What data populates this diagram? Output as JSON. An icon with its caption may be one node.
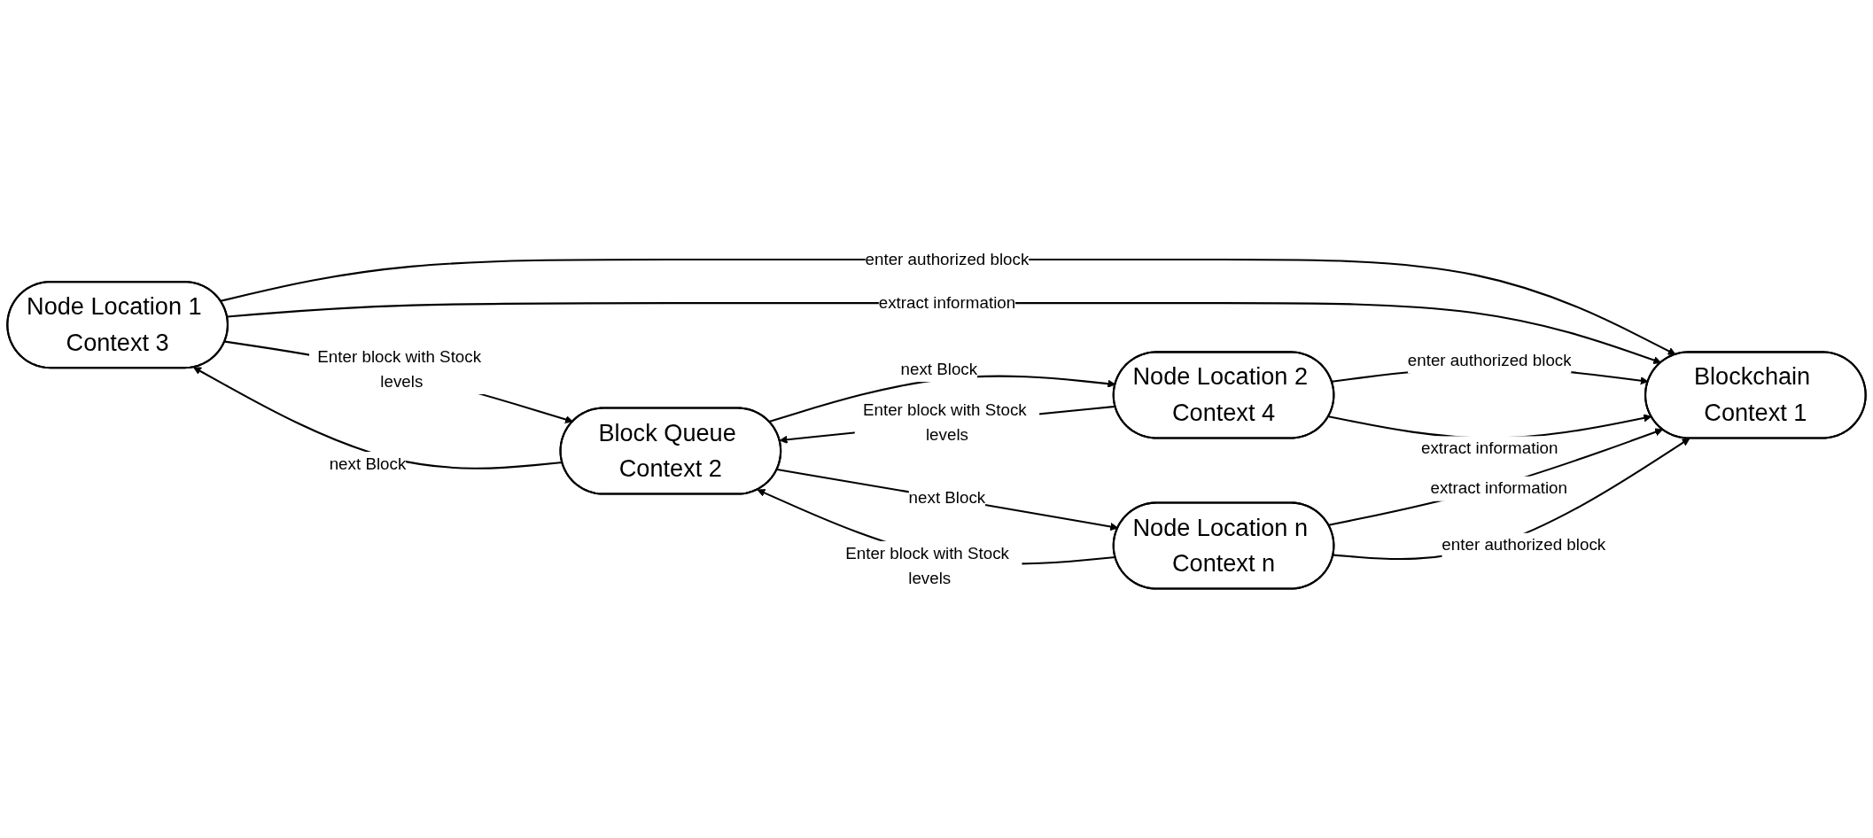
{
  "diagram": {
    "nodes": [
      {
        "text": [
          "Node Location 1 Context 3"
        ]
      },
      {
        "text": [
          "Blockchain Context 1"
        ]
      },
      {
        "text": [
          "Node Location 2 Context 4"
        ]
      },
      {
        "text": [
          "Block Queue Context 2"
        ]
      },
      {
        "text": [
          "Node Location n Context n"
        ]
      }
    ],
    "edges": [
      {
        "from": 0,
        "to": 1,
        "arrow": "to",
        "label": "enter authorized block"
      },
      {
        "from": 0,
        "to": 1,
        "arrow": "to",
        "label": "extract information"
      },
      {
        "from": 0,
        "to": 3,
        "arrow": "to",
        "label": "Enter block with Stock levels"
      },
      {
        "from": 3,
        "to": 0,
        "arrow": "to",
        "label": "next Block"
      },
      {
        "from": 2,
        "to": 1,
        "arrow": "to",
        "label": "enter authorized block"
      },
      {
        "from": 2,
        "to": 1,
        "arrow": "to",
        "label": "extract information"
      },
      {
        "from": 2,
        "to": 3,
        "arrow": "to",
        "label": "Enter block with Stock levels"
      },
      {
        "from": 3,
        "to": 2,
        "arrow": "to",
        "label": "next Block"
      },
      {
        "from": 3,
        "to": 4,
        "arrow": "to",
        "label": "next Block"
      },
      {
        "from": 4,
        "to": 1,
        "arrow": "to",
        "label": "extract information"
      },
      {
        "from": 4,
        "to": 1,
        "arrow": "to",
        "label": "enter authorized block"
      },
      {
        "from": 4,
        "to": 3,
        "arrow": "to",
        "label": "Enter block with Stock levels"
      }
    ]
  }
}
